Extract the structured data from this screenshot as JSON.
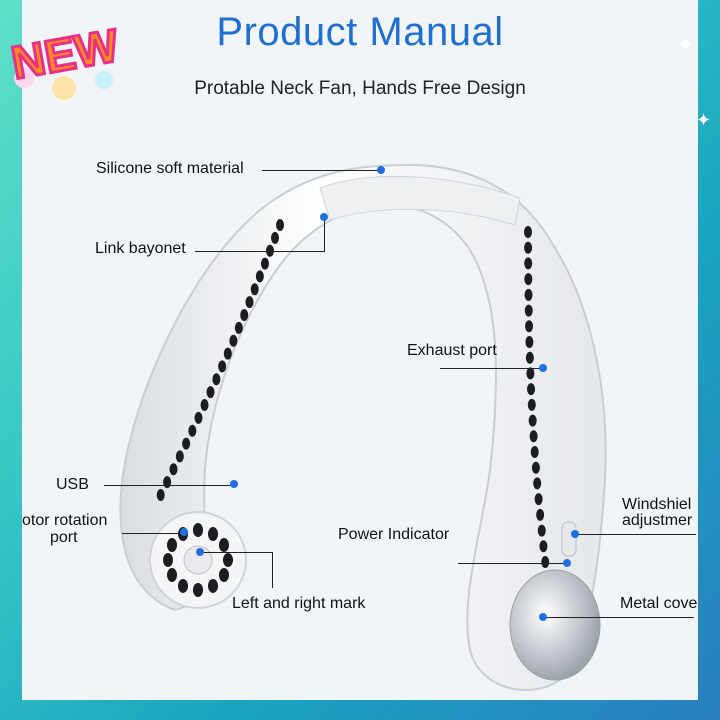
{
  "header": {
    "title": "Product Manual",
    "subtitle": "Protable Neck Fan, Hands Free Design"
  },
  "badge": {
    "text": "NEW"
  },
  "colors": {
    "title": "#1e6fd0",
    "pointer_dot": "#1f6fe0"
  },
  "callouts": {
    "silicone": "Silicone soft material",
    "link_bayonet": "Link bayonet",
    "exhaust": "Exhaust port",
    "usb": "USB",
    "motor_line1": "otor rotation",
    "motor_line2": "port",
    "power": "Power Indicator",
    "left_right": "Left and right mark",
    "windshield_line1": "Windshiel",
    "windshield_line2": "adjustmer",
    "metal_cover": "Metal cove"
  }
}
